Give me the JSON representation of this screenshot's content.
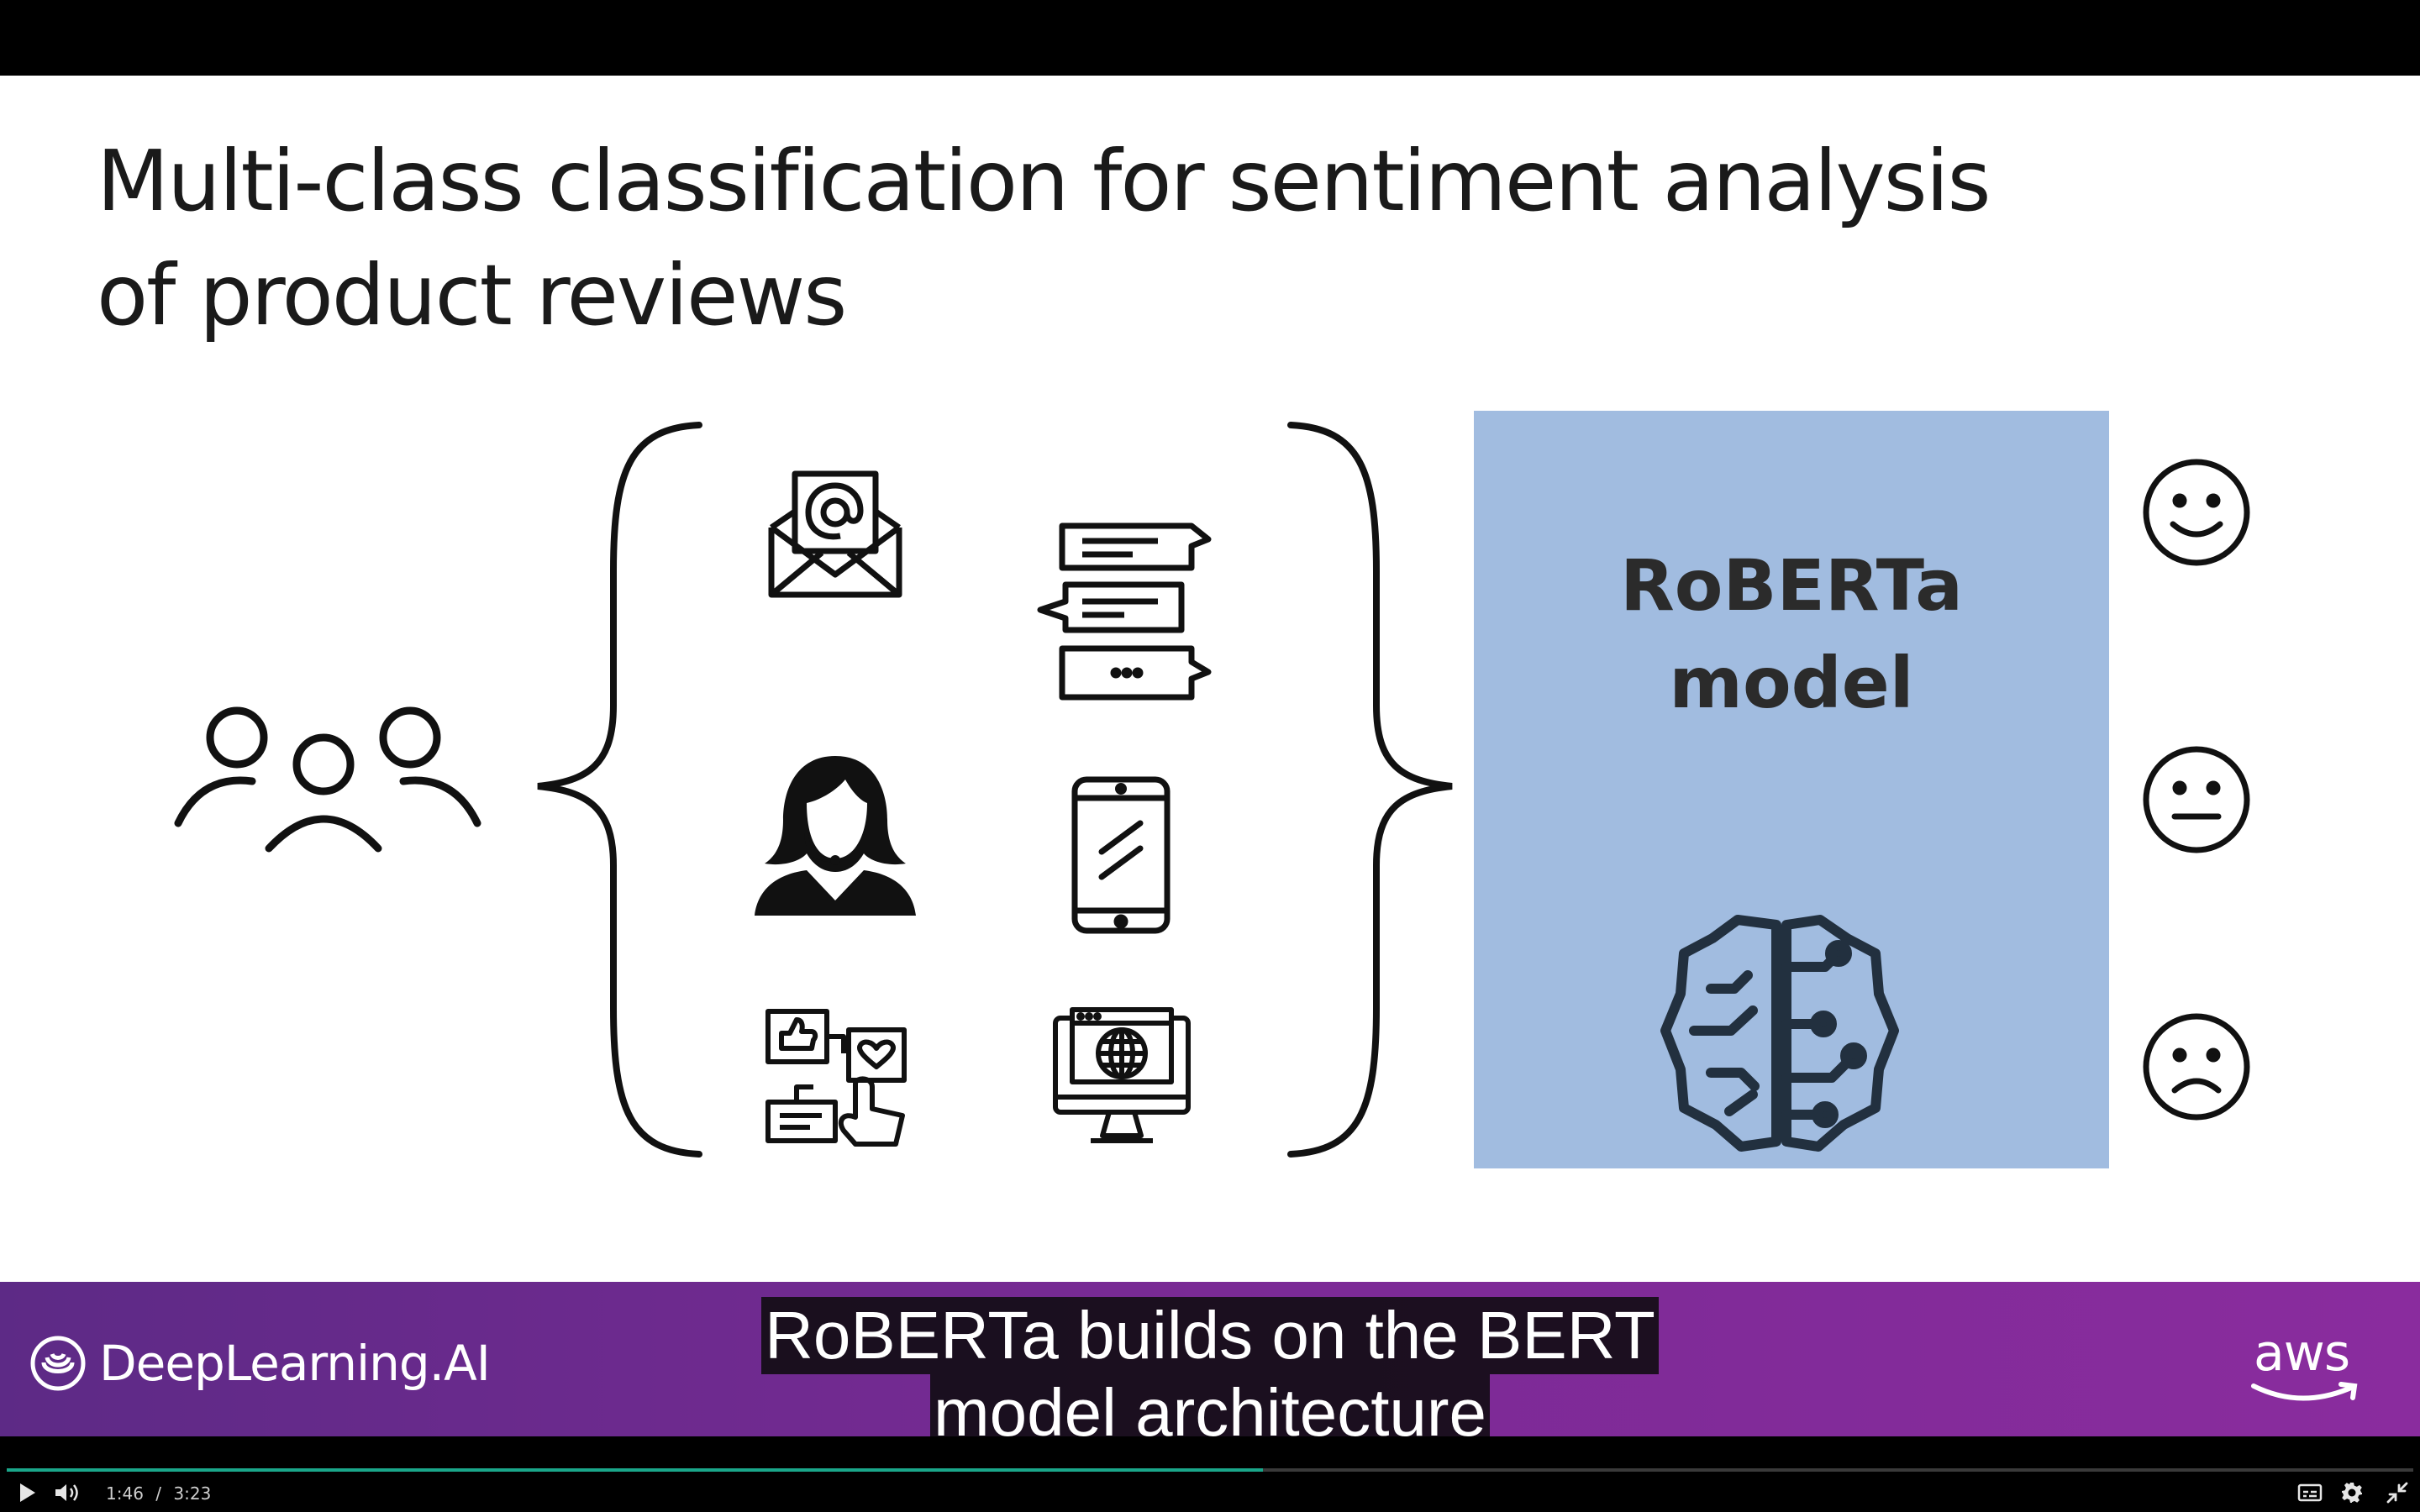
{
  "slide": {
    "title_line1": "Multi-class classification for sentiment analysis",
    "title_line2": "of product reviews",
    "model_label_line1": "RoBERTa",
    "model_label_line2": "model",
    "icons": [
      "people-group-icon",
      "email-icon",
      "chat-bubbles-icon",
      "customer-support-agent-icon",
      "smartphone-icon",
      "social-media-reactions-icon",
      "website-monitor-icon",
      "brain-circuit-icon",
      "happy-face-icon",
      "neutral-face-icon",
      "sad-face-icon"
    ],
    "box_color": "#a1bce0"
  },
  "banner": {
    "brand": "DeepLearning.AI",
    "partner_logo": "aws",
    "caption_line1": "RoBERTa builds on the BERT",
    "caption_line2": "model architecture"
  },
  "player": {
    "current_time": "1:46",
    "separator": "/",
    "duration": "3:23",
    "progress_fraction": 0.522,
    "progress_color": "#1aa68a"
  }
}
